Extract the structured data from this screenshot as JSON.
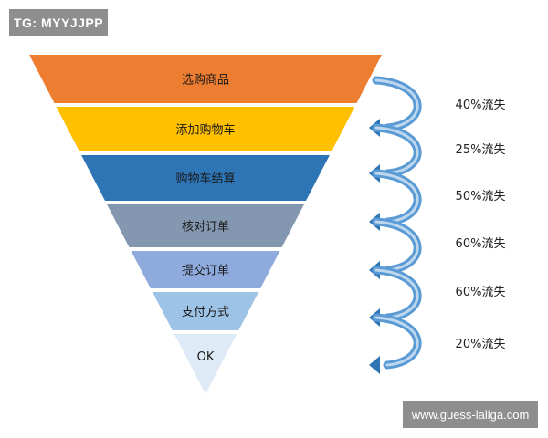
{
  "watermark_top": "TG: MYYJJPP",
  "watermark_bottom": "www.guess-laliga.com",
  "stages": [
    {
      "label": "选购商品",
      "color": "#ED7D31"
    },
    {
      "label": "添加购物车",
      "color": "#FFC000"
    },
    {
      "label": "购物车结算",
      "color": "#2E75B6"
    },
    {
      "label": "核对订单",
      "color": "#8497B0"
    },
    {
      "label": "提交订单",
      "color": "#8FAADC"
    },
    {
      "label": "支付方式",
      "color": "#9DC3E6"
    },
    {
      "label": "OK",
      "color": "#DEEBF7"
    }
  ],
  "losses": [
    "40%流失",
    "25%流失",
    "50%流失",
    "60%流失",
    "60%流失",
    "20%流失"
  ],
  "arrow_color": "#5B9BD5",
  "arrow_dark": "#2E75B6"
}
